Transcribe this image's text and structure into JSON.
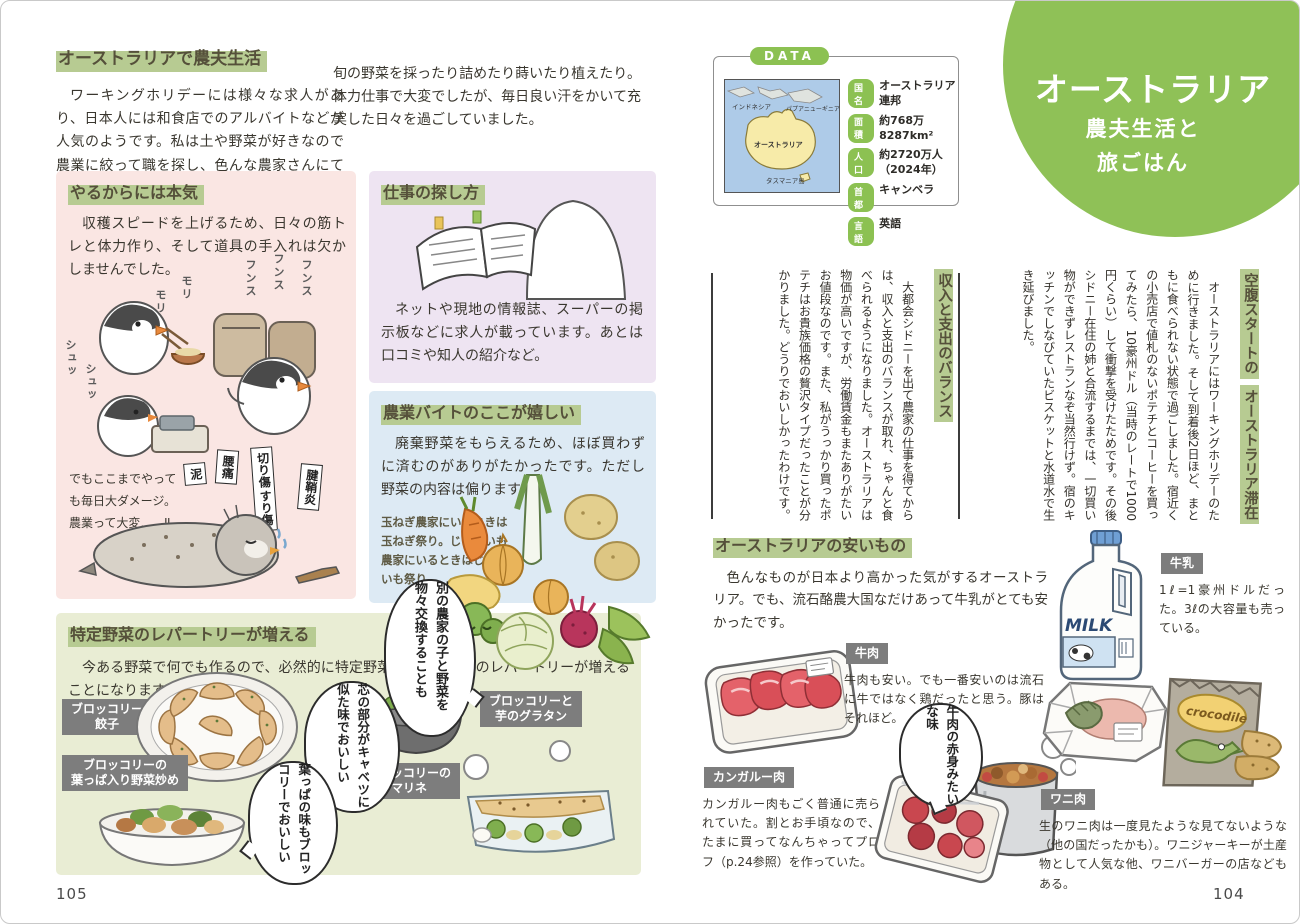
{
  "colors": {
    "accent_green": "#8cc152",
    "highlight_green": "#b7cb92",
    "box_pink": "#fae6e3",
    "box_lavender": "#eee4f2",
    "box_blue": "#ddeaf4",
    "box_green": "#e9edd4",
    "label_gray": "#7d7d7d",
    "map_sea_blue": "#aecbe8",
    "map_land_yellow": "#f7eba9"
  },
  "page_left": {
    "page_number": "105",
    "intro": {
      "title": "オーストラリアで農夫生活",
      "col1": "ワーキングホリデーには様々な求人があり、日本人には和食店でのアルバイトなどが人気のようです。私は土や野菜が好きなので農業に絞って職を探し、色んな農家さんにてそのとき",
      "col2": "旬の野菜を採ったり詰めたり蒔いたり植えたり。体力仕事で大変でしたが、毎日良い汗をかいて充実した日々を過ごしていました。"
    },
    "honki_box": {
      "title": "やるからには本気",
      "body": "収穫スピードを上げるため、日々の筋トレと体力作り、そして道具の手入れは欠かしませんでした。",
      "sfx": [
        "モリ",
        "モリ",
        "フンス",
        "フンス",
        "フンス",
        "シュッ",
        "シュッ"
      ],
      "injuries": [
        "泥",
        "腰痛",
        "切り傷",
        "すり傷",
        "腱鞘炎"
      ],
      "caption": "でもここまでやっても毎日大ダメージ。農業って大変……‼"
    },
    "job_box": {
      "title": "仕事の探し方",
      "body": "ネットや現地の情報誌、スーパーの掲示板などに求人が載っています。あとは口コミや知人の紹介など。"
    },
    "happy_box": {
      "title": "農業バイトのここが嬉しい",
      "body": "廃棄野菜をもらえるため、ほぼ買わずに済むのがありがたかったです。ただし野菜の内容は偏ります。",
      "note": "玉ねぎ農家にいるときは玉ねぎ祭り。じゃがいも農家にいるときはじゃがいも祭り。",
      "trade_bubble": "別の農家の子と野菜を物々交換することも"
    },
    "repertoire_box": {
      "title": "特定野菜のレパートリーが増える",
      "body": "今ある野菜で何でも作るので、必然的に特定野菜を使った料理のレパートリーが増えることになります。",
      "label_gyoza": "ブロッコリー\n餃子",
      "label_stirfry": "ブロッコリーの\n葉っぱ入り野菜炒め",
      "label_marinade": "ブロッコリーの\nマリネ",
      "label_gratin": "ブロッコリーと\n芋のグラタン",
      "bubble_core": "芯の部分がキャベツに似た味でおいしい",
      "bubble_leaf": "葉っぱの味もブロッコリーでおいしい"
    }
  },
  "page_right": {
    "page_number": "104",
    "data_box": {
      "tab": "DATA",
      "map": {
        "indonesia": "インドネシア",
        "png": "パプアニューギニア",
        "country": "オーストラリア",
        "tasmania": "タスマニア島"
      },
      "rows": [
        {
          "label": "国名",
          "value": "オーストラリア連邦"
        },
        {
          "label": "面積",
          "value": "約768万8287km²"
        },
        {
          "label": "人口",
          "value": "約2720万人（2024年）"
        },
        {
          "label": "首都",
          "value": "キャンベラ"
        },
        {
          "label": "言語",
          "value": "英語"
        }
      ]
    },
    "circle_title": {
      "line1": "オーストラリア",
      "line2": "農夫生活と",
      "line3": "旅ごはん"
    },
    "hungry_section": {
      "title_line1": "空腹スタートの",
      "title_line2": "オーストラリア滞在",
      "body": "オーストラリアにはワーキングホリデーのために行きました。そして到着後2日ほど、まともに食べられない状態で過ごしました。宿近くの小売店で値札のないポテチとコーヒーを買ってみたら、10豪州ドル（当時のレートで1000円くらい）して衝撃を受けたためです。その後シドニー在住の姉と合流するまでは、一切買い物ができずレストランなぞ当然行けず。宿のキッチンでしなびていたビスケットと水道水で生き延びました。"
    },
    "balance_section": {
      "title": "収入と支出のバランス",
      "body": "大都会シドニーを出て農家の仕事を得てからは、収入と支出のバランスが取れ、ちゃんと食べられるようになりました。オーストラリアは物価が高いですが、労働賃金もまたありがたいお値段なのです。また、私がうっかり買ったポテチはお貴族価格の贅沢タイプだったことが分かりました。どうりでおいしかったわけです。"
    },
    "cheap_section": {
      "title": "オーストラリアの安いもの",
      "intro": "色んなものが日本より高かった気がするオーストラリア。でも、流石酪農大国なだけあって牛乳がとても安かったです。",
      "milk": {
        "label": "牛乳",
        "brand": "MILK",
        "text": "1ℓ=1豪州ドルだった。3ℓの大容量も売っている。"
      },
      "beef": {
        "label": "牛肉",
        "text": "牛肉も安い。でも一番安いのは流石に牛ではなく鶏だったと思う。豚はそれほど。",
        "bubble": "牛肉の赤身みたいな味"
      },
      "kangaroo": {
        "label": "カンガルー肉",
        "text": "カンガルー肉もごく普通に売られていた。割とお手頃なので、たまに買ってなんちゃってプロフ（p.24参照）を作っていた。"
      },
      "croc": {
        "label": "ワニ肉",
        "brand": "crocodile",
        "text": "生のワニ肉は一度見たような見てないような（他の国だったかも）。ワニジャーキーが土産物として人気な他、ワニバーガーの店などもある。"
      }
    }
  }
}
